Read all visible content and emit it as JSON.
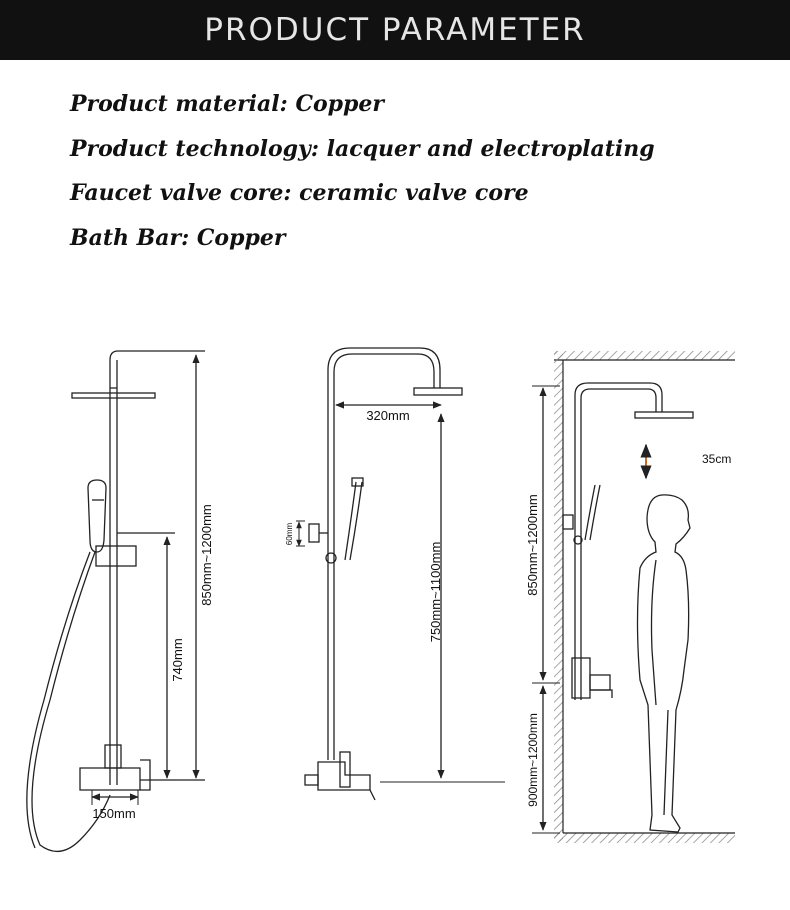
{
  "banner": {
    "title": "PRODUCT PARAMETER"
  },
  "params": [
    {
      "label": "Product material",
      "value": "Copper"
    },
    {
      "label": "Product technology",
      "value": "lacquer and electroplating"
    },
    {
      "label": "Faucet valve core",
      "value": "ceramic valve core"
    },
    {
      "label": "Bath Bar",
      "value": "Copper"
    }
  ],
  "diagram_left": {
    "height_range": "850mm~1200mm",
    "mixer_height": "740mm",
    "spout_width": "150mm"
  },
  "diagram_middle": {
    "arm_length": "320mm",
    "bracket_spacing": "60mm",
    "height_range": "750mm~1100mm"
  },
  "diagram_right": {
    "head_distance": "35cm",
    "shower_height": "850mm~1200mm",
    "mixer_height": "900mm~1200mm"
  },
  "colors": {
    "banner_bg": "#111111",
    "banner_text": "#e6e6e6",
    "line": "#222222",
    "arrow_accent": "#d2691e"
  }
}
